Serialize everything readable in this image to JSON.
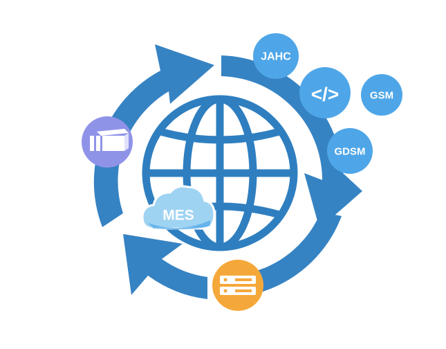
{
  "nodes": {
    "jahc": {
      "label": "JAHC"
    },
    "code": {
      "label": "</>"
    },
    "gsm": {
      "label": "GSM"
    },
    "gdsm": {
      "label": "GDSM"
    },
    "mes": {
      "label": "MES"
    },
    "storage": {
      "icon": "stack-blocks-icon"
    },
    "server": {
      "icon": "server-rack-icon"
    }
  },
  "colors": {
    "cycle_arrow": "#3683c3",
    "globe": "#2f7fc0",
    "node_light_blue": "#4ea6e8",
    "storage_purple": "#8f93e8",
    "server_orange": "#f5a83a",
    "cloud_light": "#9fd3f2"
  }
}
